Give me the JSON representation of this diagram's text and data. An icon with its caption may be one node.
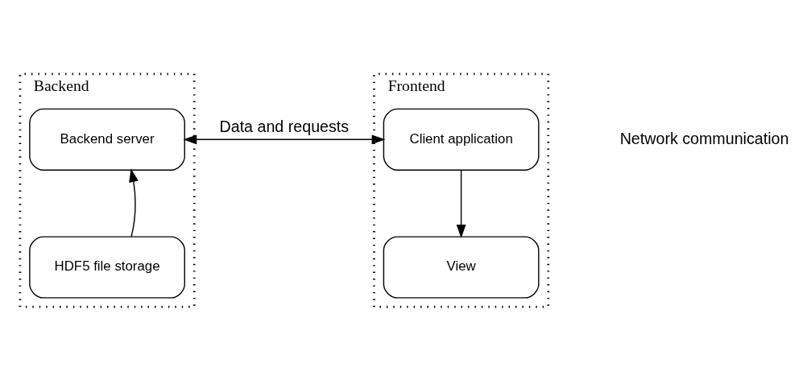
{
  "diagram": {
    "nodes": [
      {
        "text": [
          "Backend"
        ]
      },
      {
        "text": [
          "Backend server"
        ],
        "in": 0
      },
      {
        "text": [
          "HDF5 file storage"
        ],
        "in": 0
      },
      {
        "text": [
          "Frontend"
        ]
      },
      {
        "text": [
          "Client application"
        ],
        "in": 3
      },
      {
        "text": [
          "View"
        ],
        "in": 3
      }
    ],
    "edges": [
      {
        "from": 2,
        "to": 1,
        "arrow": "to"
      },
      {
        "from": 1,
        "to": 4,
        "arrow": "both",
        "label": "Data and requests"
      },
      {
        "from": 4,
        "to": 5,
        "arrow": "to"
      }
    ],
    "labels": [
      "Network communication"
    ]
  }
}
